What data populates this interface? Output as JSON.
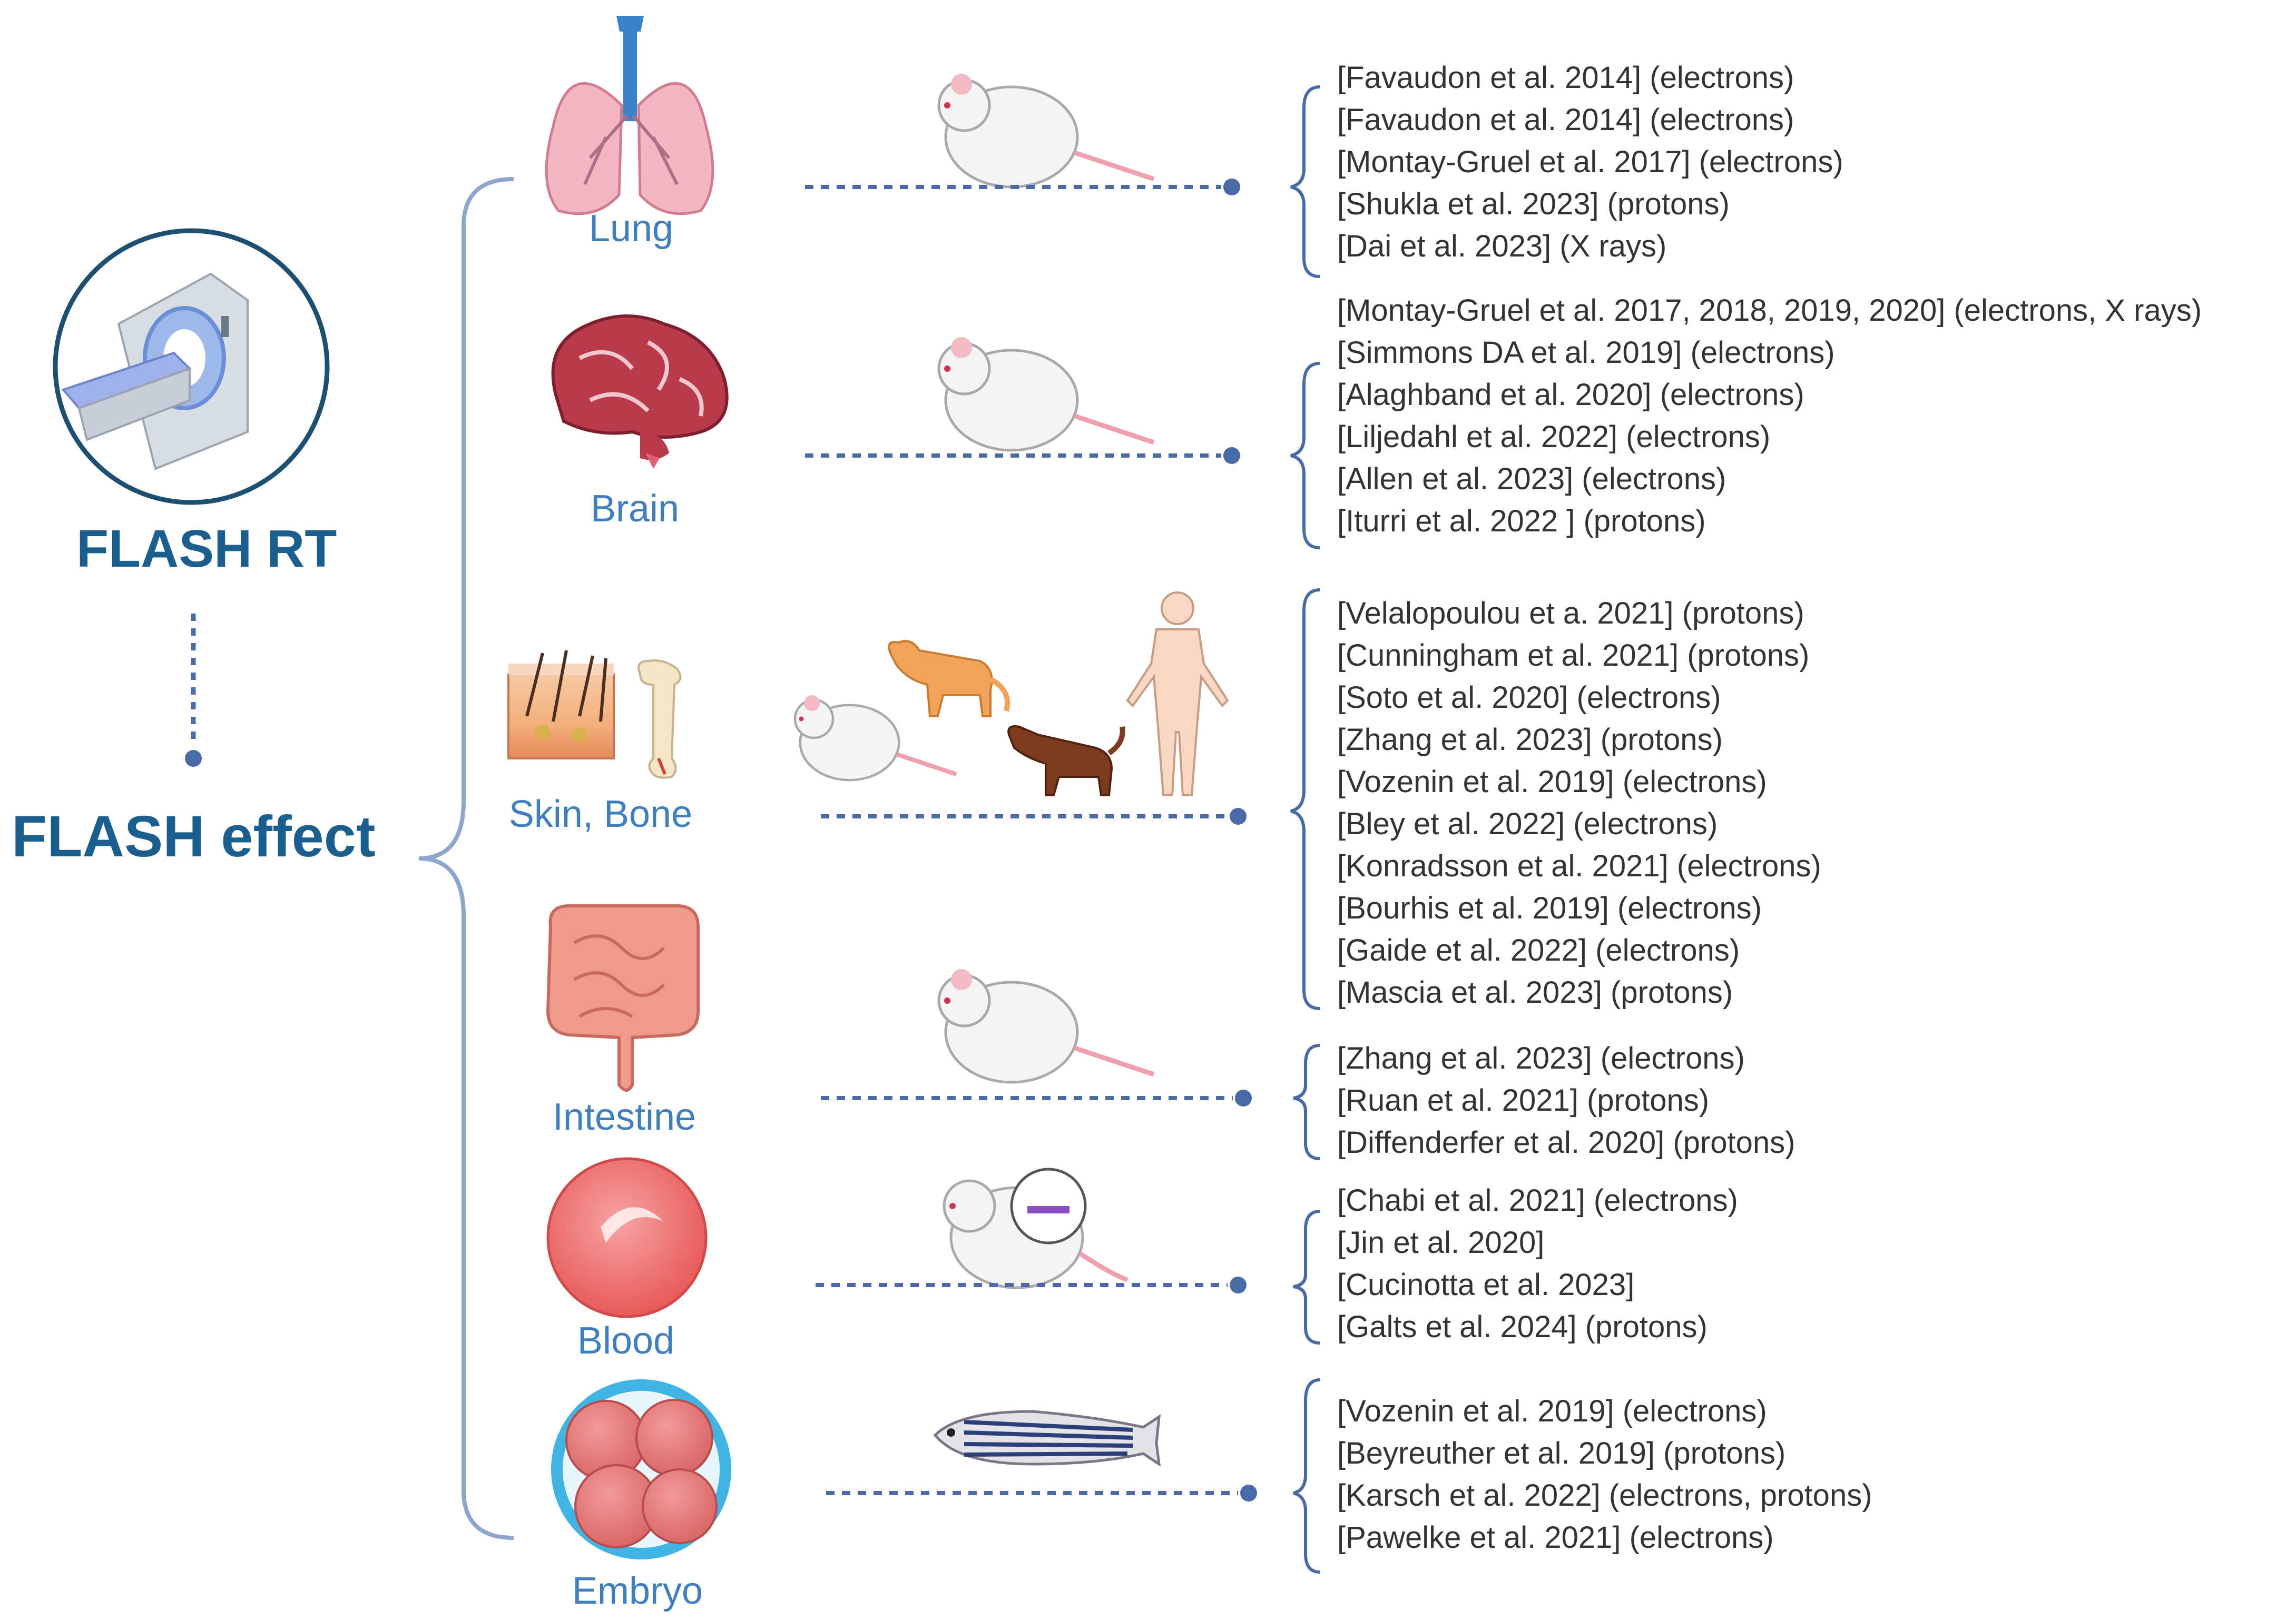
{
  "title_top": "FLASH RT",
  "title_bottom": "FLASH effect",
  "colors": {
    "brand_blue": "#1b5f8f",
    "label_blue": "#3f7fbf",
    "line_blue": "#4a6aa5",
    "bracket_blue": "#8ea6cc",
    "text_gray": "#333333"
  },
  "organs": [
    {
      "label": "Lung",
      "organ_icon": "lung-icon",
      "animal_icons": [
        "mouse-icon"
      ],
      "references": [
        "[Favaudon et al. 2014] (electrons)",
        "[Favaudon et al. 2014] (electrons)",
        "[Montay-Gruel et al. 2017] (electrons)",
        "[Shukla et al. 2023] (protons)",
        "[Dai et al. 2023] (X rays)"
      ]
    },
    {
      "label": "Brain",
      "organ_icon": "brain-icon",
      "animal_icons": [
        "mouse-icon"
      ],
      "references": [
        "[Montay-Gruel et al. 2017, 2018, 2019, 2020] (electrons, X rays)",
        "[Simmons DA et al. 2019] (electrons)",
        "[Alaghband et al. 2020] (electrons)",
        "[Liljedahl et al. 2022] (electrons)",
        "[Allen et al. 2023] (electrons)",
        "[Iturri et al. 2022 ] (protons)"
      ]
    },
    {
      "label": "Skin, Bone",
      "organ_icon": "skin-bone-icon",
      "animal_icons": [
        "mouse-icon",
        "cat-icon",
        "dog-icon",
        "human-icon"
      ],
      "references": [
        "[Velalopoulou et a. 2021] (protons)",
        "[Cunningham et al. 2021] (protons)",
        "[Soto et al. 2020] (electrons)",
        "[Zhang et al. 2023] (protons)",
        "[Vozenin et al. 2019] (electrons)",
        "[Bley et al. 2022] (electrons)",
        "[Konradsson et al. 2021] (electrons)",
        "[Bourhis et al. 2019] (electrons)",
        "[Gaide et al. 2022] (electrons)",
        "[Mascia et al. 2023] (protons)"
      ]
    },
    {
      "label": "Intestine",
      "organ_icon": "intestine-icon",
      "animal_icons": [
        "mouse-icon"
      ],
      "references": [
        "[Zhang et al. 2023] (electrons)",
        "[Ruan et al. 2021] (protons)",
        "[Diffenderfer et al. 2020] (protons)"
      ]
    },
    {
      "label": "Blood",
      "organ_icon": "blood-cell-icon",
      "animal_icons": [
        "transgenic-mouse-icon"
      ],
      "references": [
        "[Chabi et al. 2021] (electrons)",
        "[Jin et al. 2020]",
        "[Cucinotta et al. 2023]",
        "[Galts et al. 2024] (protons)"
      ]
    },
    {
      "label": "Embryo",
      "organ_icon": "embryo-icon",
      "animal_icons": [
        "zebrafish-icon"
      ],
      "references": [
        "[Vozenin et al. 2019] (electrons)",
        "[Beyreuther et al. 2019] (protons)",
        "[Karsch et al. 2022] (electrons, protons)",
        "[Pawelke et al. 2021] (electrons)"
      ]
    }
  ]
}
